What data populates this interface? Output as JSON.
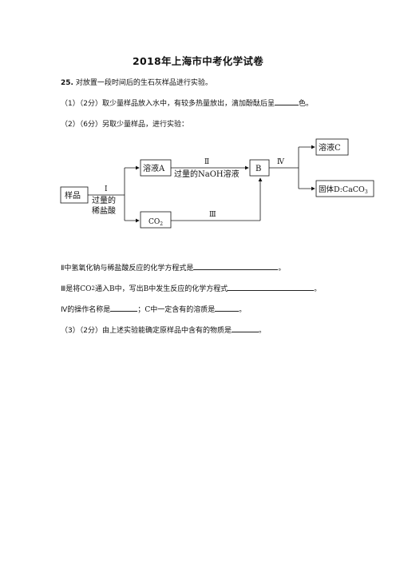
{
  "title": "2018年上海市中考化学试卷",
  "q25": {
    "num": "25.",
    "stem": "对放置一段时间后的生石灰样品进行实验。",
    "p1_prefix": "（1）（2分）取少量样品放入水中，有较多热量放出，滴加酚酞后呈",
    "p1_suffix": "色。",
    "p2": "（2）（6分）另取少量样品，进行实验：",
    "diagram": {
      "sample": "样品",
      "solA": "溶液A",
      "co2": "CO",
      "co2_sub": "2",
      "b": "B",
      "solC": "溶液C",
      "solidD": "固体D:CaCO",
      "solidD_sub": "3",
      "step1": "Ⅰ",
      "step1_l1": "过量的",
      "step1_l2": "稀盐酸",
      "step2": "Ⅱ",
      "step2_txt": "过量的NaOH溶液",
      "step3": "Ⅲ",
      "step4": "Ⅳ"
    },
    "l_ii": "Ⅱ中氢氧化钠与稀盐酸反应的化学方程式是",
    "l_ii_end": "。",
    "l_iii_a": "Ⅲ是将",
    "l_iii_co2": "CO",
    "l_iii_co2_sub": "2",
    "l_iii_b": "通入",
    "l_iii_B": "B",
    "l_iii_c": "中，写出",
    "l_iii_B2": "B",
    "l_iii_d": "中发生反应的化学方程式",
    "l_iii_end": "。",
    "l_iv_a": "Ⅳ的操作名称是",
    "l_iv_b": "；",
    "l_iv_C": "C",
    "l_iv_c": "中一定含有的溶质是",
    "l_iv_end": "。",
    "p3": "（3）（2分）由上述实验能确定原样品中含有的物质是",
    "p3_end": "。"
  }
}
